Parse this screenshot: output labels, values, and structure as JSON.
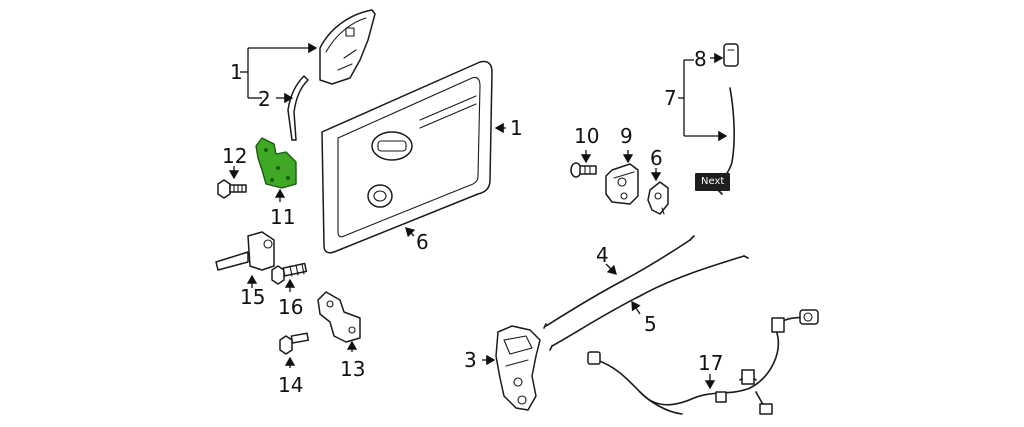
{
  "callouts": {
    "n1_top": "1",
    "n2": "2",
    "n1_right": "1",
    "n12": "12",
    "n11": "11",
    "n6_left": "6",
    "n15": "15",
    "n16": "16",
    "n13": "13",
    "n14": "14",
    "n10": "10",
    "n9": "9",
    "n6_right": "6",
    "n8": "8",
    "n7": "7",
    "n4": "4",
    "n5": "5",
    "n3": "3",
    "n17": "17"
  },
  "tooltip": {
    "label": "Next"
  },
  "colors": {
    "highlight": "#3fa825",
    "line": "#1a1a1a"
  }
}
